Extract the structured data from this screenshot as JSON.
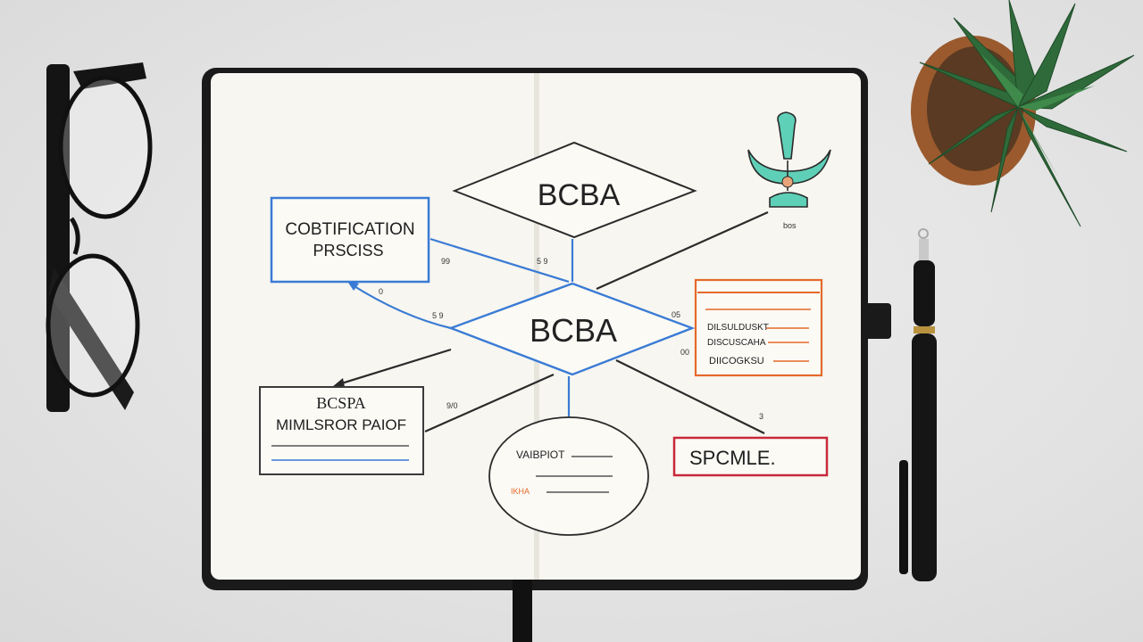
{
  "diagram": {
    "top_diamond_label": "BCBA",
    "center_diamond_label": "BCBA",
    "left_box": {
      "line1": "COBTIFICATION",
      "line2": "PRSCISS"
    },
    "bottom_left_box": {
      "line1": "BCSPA",
      "line2": "MIMLSROR PAIOF"
    },
    "right_box": {
      "lines": [
        "DILSULDUSKT",
        "DISCUSCAHA",
        "DIICOGKSU"
      ]
    },
    "bottom_right_box": {
      "label": "SPCMLE."
    },
    "oval": {
      "line1": "VAIBPIOT",
      "line2": "IKHA"
    },
    "annotations": [
      "99",
      "5 9",
      "0",
      "5 9",
      "05",
      "9/0",
      "00",
      "bos",
      "3"
    ]
  },
  "colors": {
    "blue": "#3a7bd5",
    "orange": "#e5692b",
    "red": "#c8283a",
    "ink": "#2a2a2a",
    "paper": "#f7f6f0",
    "teal": "#5fd0b8"
  },
  "icons": [
    "glasses-icon",
    "plant-icon",
    "pen-icon",
    "trophy-icon"
  ]
}
